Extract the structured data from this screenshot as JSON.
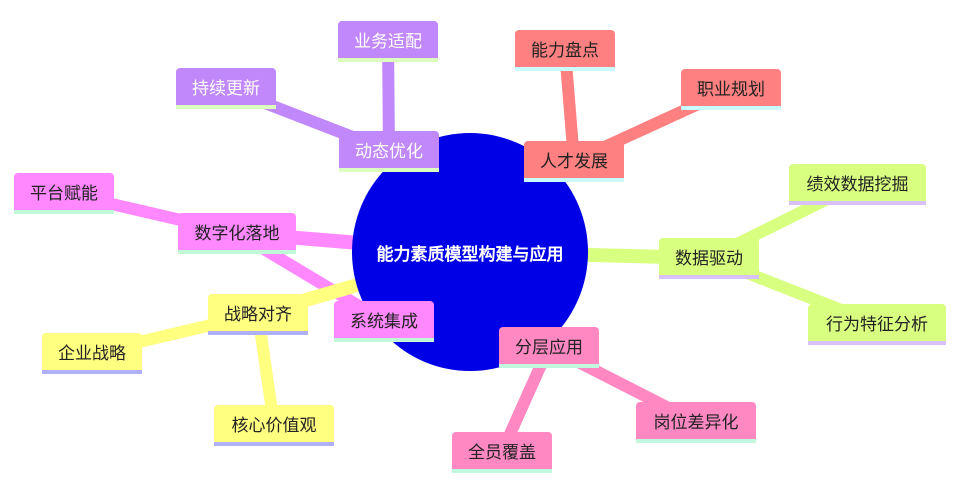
{
  "root": "能力素质模型构建与应用",
  "branches": [
    {
      "id": "b1",
      "label": "动态优化",
      "color": "#c188fb",
      "children": [
        {
          "id": "b1c1",
          "label": "业务适配"
        },
        {
          "id": "b1c2",
          "label": "持续更新"
        }
      ]
    },
    {
      "id": "b2",
      "label": "人才发展",
      "color": "#ff8080",
      "children": [
        {
          "id": "b2c1",
          "label": "能力盘点"
        },
        {
          "id": "b2c2",
          "label": "职业规划"
        }
      ]
    },
    {
      "id": "b3",
      "label": "数据驱动",
      "color": "#d8ff80",
      "children": [
        {
          "id": "b3c1",
          "label": "绩效数据挖掘"
        },
        {
          "id": "b3c2",
          "label": "行为特征分析"
        }
      ]
    },
    {
      "id": "b4",
      "label": "数字化落地",
      "color": "#ff88ff",
      "children": [
        {
          "id": "b4c1",
          "label": "平台赋能"
        },
        {
          "id": "b4c2",
          "label": "系统集成"
        }
      ]
    },
    {
      "id": "b5",
      "label": "战略对齐",
      "color": "#ffff80",
      "children": [
        {
          "id": "b5c1",
          "label": "企业战略"
        },
        {
          "id": "b5c2",
          "label": "核心价值观"
        }
      ]
    },
    {
      "id": "b6",
      "label": "分层应用",
      "color": "#ff88c2",
      "children": [
        {
          "id": "b6c1",
          "label": "岗位差异化"
        },
        {
          "id": "b6c2",
          "label": "全员覆盖"
        }
      ]
    }
  ]
}
